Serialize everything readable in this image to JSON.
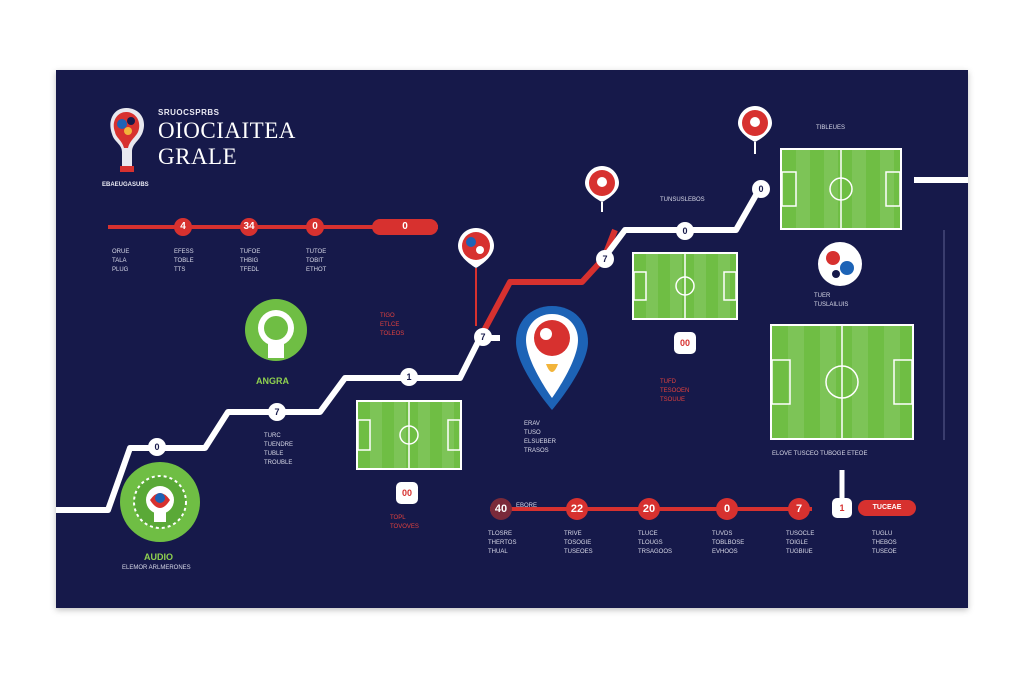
{
  "colors": {
    "background": "#16194a",
    "accent_red": "#d7312f",
    "field_green": "#6fbe44",
    "path_white": "#ffffff",
    "pin_blue": "#1d63b6"
  },
  "header": {
    "kicker": "SRUOCSPRBS",
    "title_line1": "OIOCIAITEA",
    "title_line2": "GRALE",
    "logo_caption": "EBAEUGASUBS"
  },
  "top_timeline": {
    "nodes": [
      "4",
      "34",
      "0",
      "0"
    ],
    "captions": [
      "ORUE\nTALA\nPLUG",
      "EFESS\nTOBLE\nTTS",
      "TUFOE\nTHBIG\nTFEDL",
      "TUTOE\nTOBIT\nETHOT"
    ]
  },
  "path_nodes": [
    "0",
    "7",
    "1",
    "7",
    "7",
    "0"
  ],
  "annotations": {
    "lamp_label": "ANGRA",
    "left_medal_label": "AUDIO",
    "left_medal_caption": "ELEMOR ARLMERONES",
    "mid_stats": "TURC\nTUENDRE\nTUBLE\nTROUBLE",
    "mid_left_red": "TIGO\nETLCE\nTOLEOS",
    "lower_left_red": "TOPL\nTOVOVES",
    "pin_label": "ERAV\nTUSO\nELSUEBER\nTRASOS",
    "right_stats": "TUFD\nTESOOEN\nTSOUUE",
    "upper_right_cap": "TIBLEUES",
    "right_ball_cap": "TUER\nTUSLAILUIS",
    "right_field_ticks": "ELOVE TUSCEO TUBOGE ETEOE",
    "upper_mid_caption": "TUNSUSLEBOS",
    "oct_box": "00",
    "mid_box": "00",
    "bottom_left_box": "0"
  },
  "bottom_timeline": {
    "nodes": [
      "40",
      "22",
      "20",
      "0",
      "7",
      "1"
    ],
    "end_label": "TUCEAE",
    "captions": [
      "TLOSRE\nTHERTOS\nTHUAL",
      "TRIVE\nTOSOGIE\nTUSEOES",
      "TLUCE\nTLOUGS\nTRSAGOOS",
      "TUVDS\nTOBLBOSE\nEVHOOS",
      "TUSOCLE\nTOIGLE\nTUGBIUE",
      "TUGLU\nTHEBOS\nTUSEOE"
    ],
    "mid_label": "EBORE"
  }
}
